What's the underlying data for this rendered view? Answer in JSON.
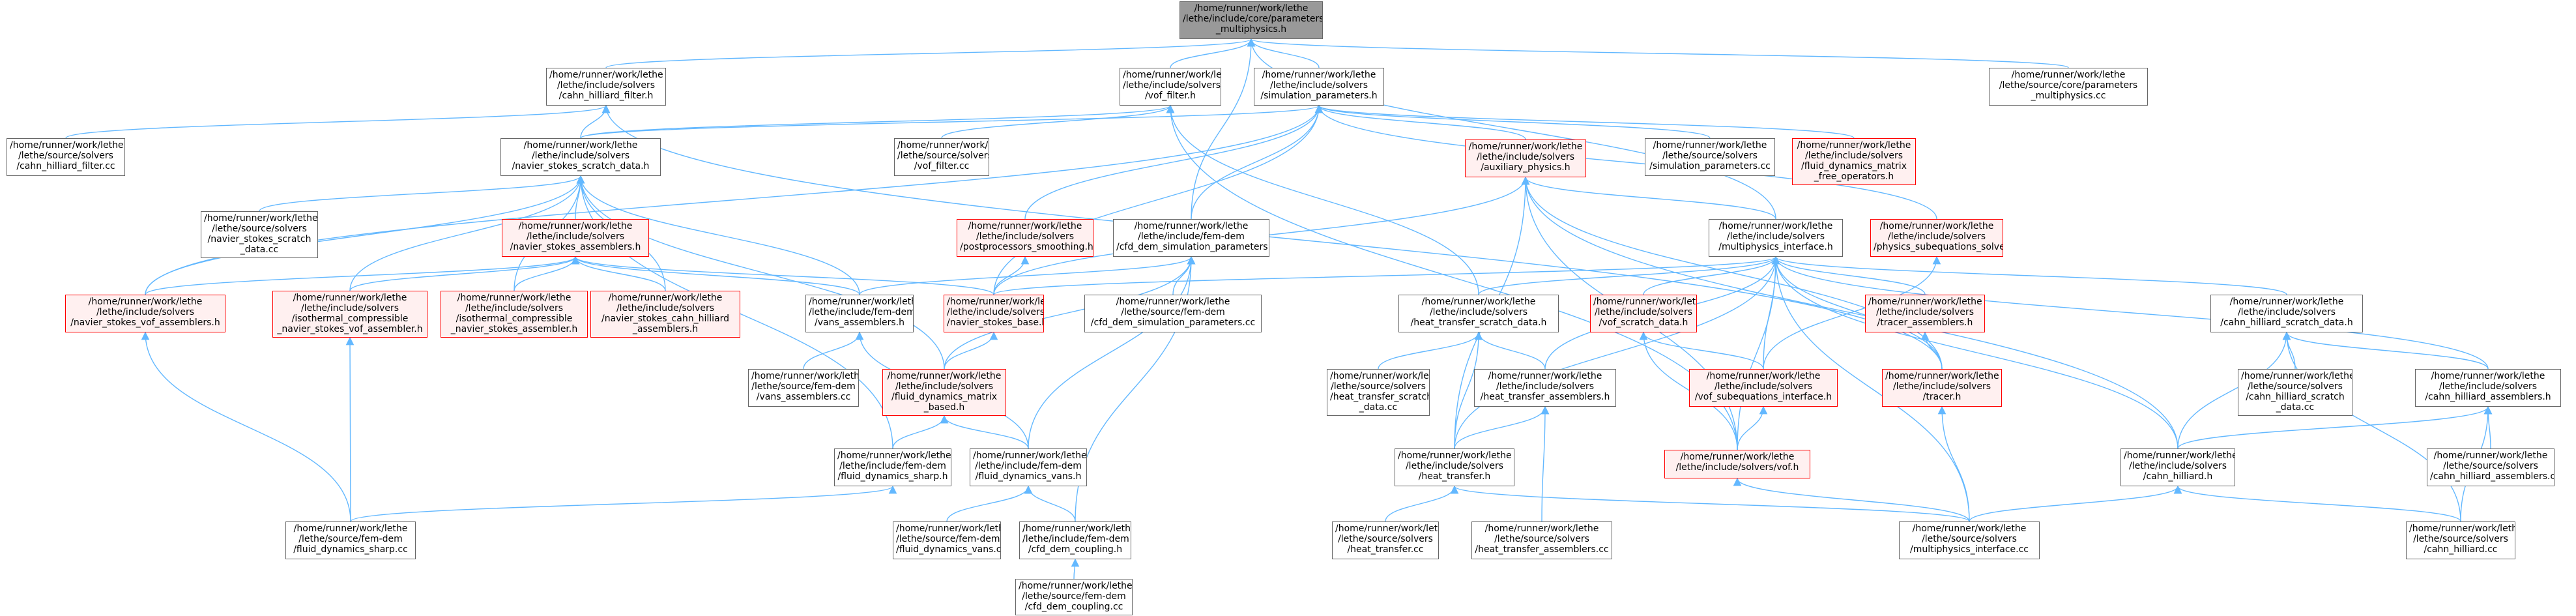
{
  "colors": {
    "edge": "#63b8ff",
    "node_border": "#666666",
    "node_fill": "#ffffff",
    "red_border": "#ff0000",
    "red_fill": "#fff0f0",
    "root_fill": "#999999",
    "text": "#000000"
  },
  "nodes": [
    {
      "id": "n0",
      "style": "grey",
      "lines": [
        "/home/runner/work/lethe",
        "/lethe/include/core/parameters",
        "_multiphysics.h"
      ]
    },
    {
      "id": "n1",
      "style": "normal",
      "lines": [
        "/home/runner/work/lethe",
        "/lethe/include/solvers",
        "/cahn_hilliard_filter.h"
      ]
    },
    {
      "id": "n2",
      "style": "normal",
      "lines": [
        "/home/runner/work/lethe",
        "/lethe/include/solvers",
        "/vof_filter.h"
      ]
    },
    {
      "id": "n3",
      "style": "normal",
      "lines": [
        "/home/runner/work/lethe",
        "/lethe/include/solvers",
        "/simulation_parameters.h"
      ]
    },
    {
      "id": "n4",
      "style": "normal",
      "lines": [
        "/home/runner/work/lethe",
        "/lethe/source/core/parameters",
        "_multiphysics.cc"
      ]
    },
    {
      "id": "n5",
      "style": "normal",
      "lines": [
        "/home/runner/work/lethe",
        "/lethe/source/solvers",
        "/cahn_hilliard_filter.cc"
      ]
    },
    {
      "id": "n6",
      "style": "normal",
      "lines": [
        "/home/runner/work/lethe",
        "/lethe/include/solvers",
        "/navier_stokes_scratch_data.h"
      ]
    },
    {
      "id": "n7",
      "style": "normal",
      "lines": [
        "/home/runner/work/lethe",
        "/lethe/source/solvers",
        "/vof_filter.cc"
      ]
    },
    {
      "id": "n8",
      "style": "red",
      "lines": [
        "/home/runner/work/lethe",
        "/lethe/include/solvers",
        "/auxiliary_physics.h"
      ]
    },
    {
      "id": "n9",
      "style": "normal",
      "lines": [
        "/home/runner/work/lethe",
        "/lethe/source/solvers",
        "/simulation_parameters.cc"
      ]
    },
    {
      "id": "n10",
      "style": "red",
      "lines": [
        "/home/runner/work/lethe",
        "/lethe/include/solvers",
        "/fluid_dynamics_matrix",
        "_free_operators.h"
      ]
    },
    {
      "id": "n11",
      "style": "normal",
      "lines": [
        "/home/runner/work/lethe",
        "/lethe/source/solvers",
        "/navier_stokes_scratch",
        "_data.cc"
      ]
    },
    {
      "id": "n12",
      "style": "red",
      "lines": [
        "/home/runner/work/lethe",
        "/lethe/include/solvers",
        "/navier_stokes_assemblers.h"
      ]
    },
    {
      "id": "n13",
      "style": "red",
      "lines": [
        "/home/runner/work/lethe",
        "/lethe/include/solvers",
        "/postprocessors_smoothing.h"
      ]
    },
    {
      "id": "n14",
      "style": "normal",
      "lines": [
        "/home/runner/work/lethe",
        "/lethe/include/fem-dem",
        "/cfd_dem_simulation_parameters.h"
      ]
    },
    {
      "id": "n15",
      "style": "normal",
      "lines": [
        "/home/runner/work/lethe",
        "/lethe/include/solvers",
        "/multiphysics_interface.h"
      ]
    },
    {
      "id": "n16",
      "style": "red",
      "lines": [
        "/home/runner/work/lethe",
        "/lethe/include/solvers",
        "/physics_subequations_solver.h"
      ]
    },
    {
      "id": "n17",
      "style": "red",
      "lines": [
        "/home/runner/work/lethe",
        "/lethe/include/solvers",
        "/navier_stokes_vof_assemblers.h"
      ]
    },
    {
      "id": "n18",
      "style": "red",
      "lines": [
        "/home/runner/work/lethe",
        "/lethe/include/solvers",
        "/isothermal_compressible",
        "_navier_stokes_vof_assembler.h"
      ]
    },
    {
      "id": "n19",
      "style": "red",
      "lines": [
        "/home/runner/work/lethe",
        "/lethe/include/solvers",
        "/isothermal_compressible",
        "_navier_stokes_assembler.h"
      ]
    },
    {
      "id": "n20",
      "style": "red",
      "lines": [
        "/home/runner/work/lethe",
        "/lethe/include/solvers",
        "/navier_stokes_cahn_hilliard",
        "_assemblers.h"
      ]
    },
    {
      "id": "n21",
      "style": "normal",
      "lines": [
        "/home/runner/work/lethe",
        "/lethe/include/fem-dem",
        "/vans_assemblers.h"
      ]
    },
    {
      "id": "n22",
      "style": "red",
      "lines": [
        "/home/runner/work/lethe",
        "/lethe/include/solvers",
        "/navier_stokes_base.h"
      ]
    },
    {
      "id": "n23",
      "style": "normal",
      "lines": [
        "/home/runner/work/lethe",
        "/lethe/source/fem-dem",
        "/cfd_dem_simulation_parameters.cc"
      ]
    },
    {
      "id": "n24",
      "style": "normal",
      "lines": [
        "/home/runner/work/lethe",
        "/lethe/include/solvers",
        "/heat_transfer_scratch_data.h"
      ]
    },
    {
      "id": "n25",
      "style": "red",
      "lines": [
        "/home/runner/work/lethe",
        "/lethe/include/solvers",
        "/vof_scratch_data.h"
      ]
    },
    {
      "id": "n26",
      "style": "red",
      "lines": [
        "/home/runner/work/lethe",
        "/lethe/include/solvers",
        "/tracer_assemblers.h"
      ]
    },
    {
      "id": "n27",
      "style": "normal",
      "lines": [
        "/home/runner/work/lethe",
        "/lethe/include/solvers",
        "/cahn_hilliard_scratch_data.h"
      ]
    },
    {
      "id": "n28",
      "style": "normal",
      "lines": [
        "/home/runner/work/lethe",
        "/lethe/source/fem-dem",
        "/vans_assemblers.cc"
      ]
    },
    {
      "id": "n29",
      "style": "red",
      "lines": [
        "/home/runner/work/lethe",
        "/lethe/include/solvers",
        "/fluid_dynamics_matrix",
        "_based.h"
      ]
    },
    {
      "id": "n30",
      "style": "normal",
      "lines": [
        "/home/runner/work/lethe",
        "/lethe/source/solvers",
        "/heat_transfer_scratch",
        "_data.cc"
      ]
    },
    {
      "id": "n31",
      "style": "normal",
      "lines": [
        "/home/runner/work/lethe",
        "/lethe/include/solvers",
        "/heat_transfer_assemblers.h"
      ]
    },
    {
      "id": "n32",
      "style": "red",
      "lines": [
        "/home/runner/work/lethe",
        "/lethe/include/solvers",
        "/vof_subequations_interface.h"
      ]
    },
    {
      "id": "n33",
      "style": "red",
      "lines": [
        "/home/runner/work/lethe",
        "/lethe/include/solvers",
        "/tracer.h"
      ]
    },
    {
      "id": "n34",
      "style": "normal",
      "lines": [
        "/home/runner/work/lethe",
        "/lethe/source/solvers",
        "/cahn_hilliard_scratch",
        "_data.cc"
      ]
    },
    {
      "id": "n35",
      "style": "normal",
      "lines": [
        "/home/runner/work/lethe",
        "/lethe/include/solvers",
        "/cahn_hilliard_assemblers.h"
      ]
    },
    {
      "id": "n36",
      "style": "normal",
      "lines": [
        "/home/runner/work/lethe",
        "/lethe/include/fem-dem",
        "/fluid_dynamics_sharp.h"
      ]
    },
    {
      "id": "n37",
      "style": "normal",
      "lines": [
        "/home/runner/work/lethe",
        "/lethe/include/fem-dem",
        "/fluid_dynamics_vans.h"
      ]
    },
    {
      "id": "n38",
      "style": "normal",
      "lines": [
        "/home/runner/work/lethe",
        "/lethe/include/solvers",
        "/heat_transfer.h"
      ]
    },
    {
      "id": "n39",
      "style": "red",
      "lines": [
        "/home/runner/work/lethe",
        "/lethe/include/solvers/vof.h"
      ]
    },
    {
      "id": "n40",
      "style": "normal",
      "lines": [
        "/home/runner/work/lethe",
        "/lethe/include/solvers",
        "/cahn_hilliard.h"
      ]
    },
    {
      "id": "n41",
      "style": "normal",
      "lines": [
        "/home/runner/work/lethe",
        "/lethe/source/solvers",
        "/cahn_hilliard_assemblers.cc"
      ]
    },
    {
      "id": "n42",
      "style": "normal",
      "lines": [
        "/home/runner/work/lethe",
        "/lethe/source/fem-dem",
        "/fluid_dynamics_sharp.cc"
      ]
    },
    {
      "id": "n43",
      "style": "normal",
      "lines": [
        "/home/runner/work/lethe",
        "/lethe/source/fem-dem",
        "/fluid_dynamics_vans.cc"
      ]
    },
    {
      "id": "n44",
      "style": "normal",
      "lines": [
        "/home/runner/work/lethe",
        "/lethe/include/fem-dem",
        "/cfd_dem_coupling.h"
      ]
    },
    {
      "id": "n45",
      "style": "normal",
      "lines": [
        "/home/runner/work/lethe",
        "/lethe/source/solvers",
        "/heat_transfer.cc"
      ]
    },
    {
      "id": "n46",
      "style": "normal",
      "lines": [
        "/home/runner/work/lethe",
        "/lethe/source/solvers",
        "/heat_transfer_assemblers.cc"
      ]
    },
    {
      "id": "n47",
      "style": "normal",
      "lines": [
        "/home/runner/work/lethe",
        "/lethe/source/solvers",
        "/multiphysics_interface.cc"
      ]
    },
    {
      "id": "n48",
      "style": "normal",
      "lines": [
        "/home/runner/work/lethe",
        "/lethe/source/solvers",
        "/cahn_hilliard.cc"
      ]
    },
    {
      "id": "n49",
      "style": "normal",
      "lines": [
        "/home/runner/work/lethe",
        "/lethe/source/fem-dem",
        "/cfd_dem_coupling.cc"
      ]
    }
  ],
  "edges": [
    [
      "n1",
      "n0"
    ],
    [
      "n2",
      "n0"
    ],
    [
      "n3",
      "n0"
    ],
    [
      "n4",
      "n0"
    ],
    [
      "n14",
      "n0"
    ],
    [
      "n15",
      "n0"
    ],
    [
      "n5",
      "n1"
    ],
    [
      "n6",
      "n1"
    ],
    [
      "n33",
      "n1"
    ],
    [
      "n7",
      "n2"
    ],
    [
      "n6",
      "n2"
    ],
    [
      "n24",
      "n2"
    ],
    [
      "n39",
      "n2"
    ],
    [
      "n9",
      "n3"
    ],
    [
      "n6",
      "n3"
    ],
    [
      "n8",
      "n3"
    ],
    [
      "n10",
      "n3"
    ],
    [
      "n13",
      "n3"
    ],
    [
      "n14",
      "n3"
    ],
    [
      "n16",
      "n3"
    ],
    [
      "n17",
      "n3"
    ],
    [
      "n22",
      "n3"
    ],
    [
      "n11",
      "n6"
    ],
    [
      "n12",
      "n6"
    ],
    [
      "n17",
      "n6"
    ],
    [
      "n18",
      "n6"
    ],
    [
      "n19",
      "n6"
    ],
    [
      "n20",
      "n6"
    ],
    [
      "n21",
      "n6"
    ],
    [
      "n29",
      "n6"
    ],
    [
      "n36",
      "n6"
    ],
    [
      "n15",
      "n8"
    ],
    [
      "n22",
      "n8"
    ],
    [
      "n38",
      "n8"
    ],
    [
      "n39",
      "n8"
    ],
    [
      "n33",
      "n8"
    ],
    [
      "n40",
      "n8"
    ],
    [
      "n17",
      "n12"
    ],
    [
      "n18",
      "n12"
    ],
    [
      "n19",
      "n12"
    ],
    [
      "n20",
      "n12"
    ],
    [
      "n21",
      "n12"
    ],
    [
      "n22",
      "n12"
    ],
    [
      "n22",
      "n13"
    ],
    [
      "n21",
      "n14"
    ],
    [
      "n23",
      "n14"
    ],
    [
      "n29",
      "n14"
    ],
    [
      "n37",
      "n14"
    ],
    [
      "n44",
      "n14"
    ],
    [
      "n22",
      "n15"
    ],
    [
      "n24",
      "n15"
    ],
    [
      "n25",
      "n15"
    ],
    [
      "n26",
      "n15"
    ],
    [
      "n27",
      "n15"
    ],
    [
      "n32",
      "n15"
    ],
    [
      "n33",
      "n15"
    ],
    [
      "n35",
      "n15"
    ],
    [
      "n38",
      "n15"
    ],
    [
      "n31",
      "n15"
    ],
    [
      "n39",
      "n15"
    ],
    [
      "n40",
      "n15"
    ],
    [
      "n47",
      "n15"
    ],
    [
      "n32",
      "n16"
    ],
    [
      "n42",
      "n17"
    ],
    [
      "n42",
      "n18"
    ],
    [
      "n28",
      "n21"
    ],
    [
      "n37",
      "n21"
    ],
    [
      "n29",
      "n22"
    ],
    [
      "n30",
      "n24"
    ],
    [
      "n31",
      "n24"
    ],
    [
      "n38",
      "n24"
    ],
    [
      "n32",
      "n25"
    ],
    [
      "n39",
      "n25"
    ],
    [
      "n33",
      "n26"
    ],
    [
      "n34",
      "n27"
    ],
    [
      "n35",
      "n27"
    ],
    [
      "n40",
      "n27"
    ],
    [
      "n48",
      "n27"
    ],
    [
      "n36",
      "n29"
    ],
    [
      "n37",
      "n29"
    ],
    [
      "n38",
      "n31"
    ],
    [
      "n46",
      "n31"
    ],
    [
      "n39",
      "n32"
    ],
    [
      "n47",
      "n33"
    ],
    [
      "n40",
      "n35"
    ],
    [
      "n41",
      "n35"
    ],
    [
      "n48",
      "n35"
    ],
    [
      "n42",
      "n36"
    ],
    [
      "n43",
      "n37"
    ],
    [
      "n44",
      "n37"
    ],
    [
      "n45",
      "n38"
    ],
    [
      "n47",
      "n38"
    ],
    [
      "n47",
      "n39"
    ],
    [
      "n47",
      "n40"
    ],
    [
      "n48",
      "n40"
    ],
    [
      "n49",
      "n44"
    ]
  ]
}
